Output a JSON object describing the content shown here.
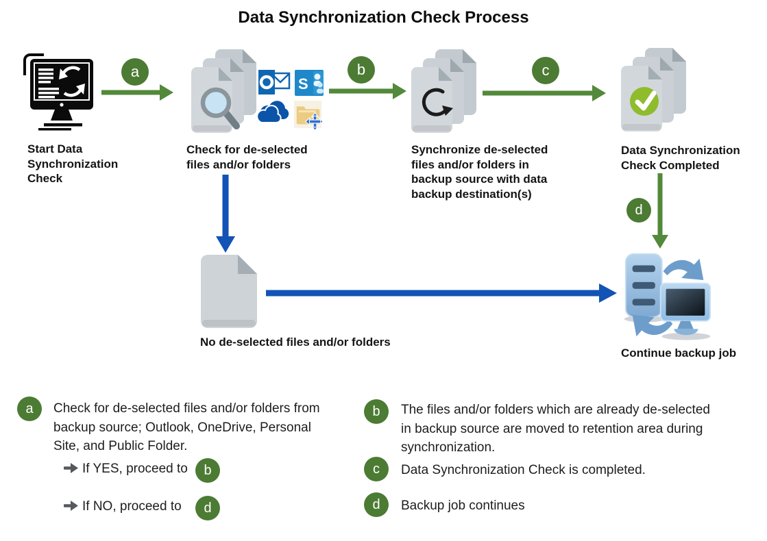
{
  "title": "Data Synchronization Check Process",
  "badges": {
    "a": "a",
    "b": "b",
    "c": "c",
    "d": "d"
  },
  "steps": {
    "start": {
      "label": "Start Data\nSynchronization\nCheck"
    },
    "check": {
      "label": "Check for de-selected\nfiles and/or folders"
    },
    "synchronize": {
      "label": "Synchronize de-selected\nfiles and/or folders in\nbackup source with data\nbackup destination(s)"
    },
    "completed": {
      "label": "Data Synchronization\nCheck Completed"
    },
    "no_deselected": {
      "label": "No de-selected files and/or folders"
    },
    "continue_job": {
      "label": "Continue backup job"
    }
  },
  "legend": {
    "a": {
      "badge": "a",
      "text": "Check for de-selected files and/or folders from\nbackup source; Outlook, OneDrive, Personal\nSite, and Public Folder.",
      "sub": [
        {
          "text": "If YES, proceed to",
          "badge": "b"
        },
        {
          "text": "If NO, proceed to",
          "badge": "d"
        }
      ]
    },
    "b": {
      "badge": "b",
      "text": "The files and/or folders which are already de-selected\nin backup source are moved to retention area during\nsynchronization."
    },
    "c": {
      "badge": "c",
      "text": "Data Synchronization Check is completed."
    },
    "d": {
      "badge": "d",
      "text": "Backup job continues"
    }
  },
  "colors": {
    "flow_green": "#53893A",
    "badge_green": "#4C7B33",
    "flow_blue": "#1353B5",
    "check_green": "#8FBC2C"
  }
}
